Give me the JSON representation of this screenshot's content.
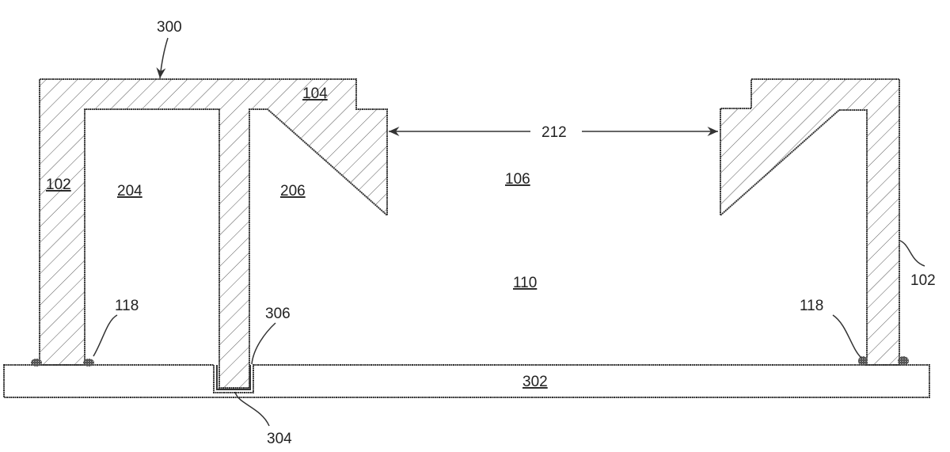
{
  "figure": {
    "labels": {
      "device": "300",
      "cap": "104",
      "wall_left": "102",
      "wall_right": "102",
      "cavity_left": "204",
      "cavity_middle": "206",
      "opening": "106",
      "opening_width": "212",
      "interior": "110",
      "substrate": "302",
      "trench": "304",
      "liner": "306",
      "seal_left": "118",
      "seal_right": "118"
    },
    "colors": {
      "line": "#333333",
      "hatch": "#555555",
      "seal": "#444444"
    }
  }
}
